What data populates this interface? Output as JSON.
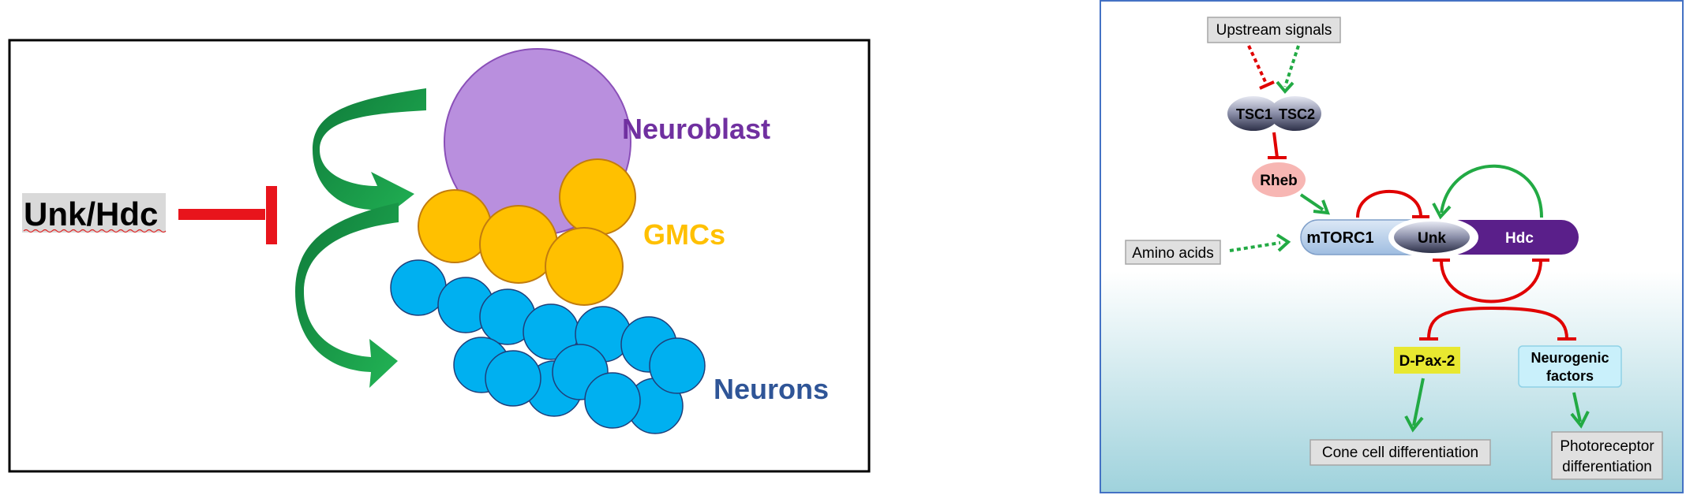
{
  "left_panel": {
    "regulator": "Unk/Hdc",
    "neuroblast_label": "Neuroblast",
    "gmc_label": "GMCs",
    "neurons_label": "Neurons",
    "colors": {
      "neuroblast": "#b98fde",
      "gmc": "#ffc000",
      "neuron": "#00b0f0",
      "inhibit": "#e8141c",
      "arrow_green": "#1a9e4a",
      "neuroblast_text": "#7030a0",
      "gmc_text": "#ffc000",
      "neuron_text": "#2f5597"
    }
  },
  "right_panel": {
    "upstream": "Upstream signals",
    "tsc1": "TSC1",
    "tsc2": "TSC2",
    "rheb": "Rheb",
    "amino_acids": "Amino acids",
    "mtorc1": "mTORC1",
    "unk": "Unk",
    "hdc": "Hdc",
    "dpax2": "D-Pax-2",
    "neurogenic_line1": "Neurogenic",
    "neurogenic_line2": "factors",
    "cone": "Cone cell differentiation",
    "photo_line1": "Photoreceptor",
    "photo_line2": "differentiation",
    "colors": {
      "border": "#4472c4",
      "inhibit": "#e00000",
      "activate": "#22aa44",
      "hdc_fill": "#5a1f8a",
      "mtorc1_fill": "#b4cdea",
      "rheb_fill": "#f7b6b3",
      "dpax2_fill": "#e8e830",
      "neurogenic_fill": "#c9f0fb",
      "gradient_bottom": "#9fd2dc"
    }
  }
}
